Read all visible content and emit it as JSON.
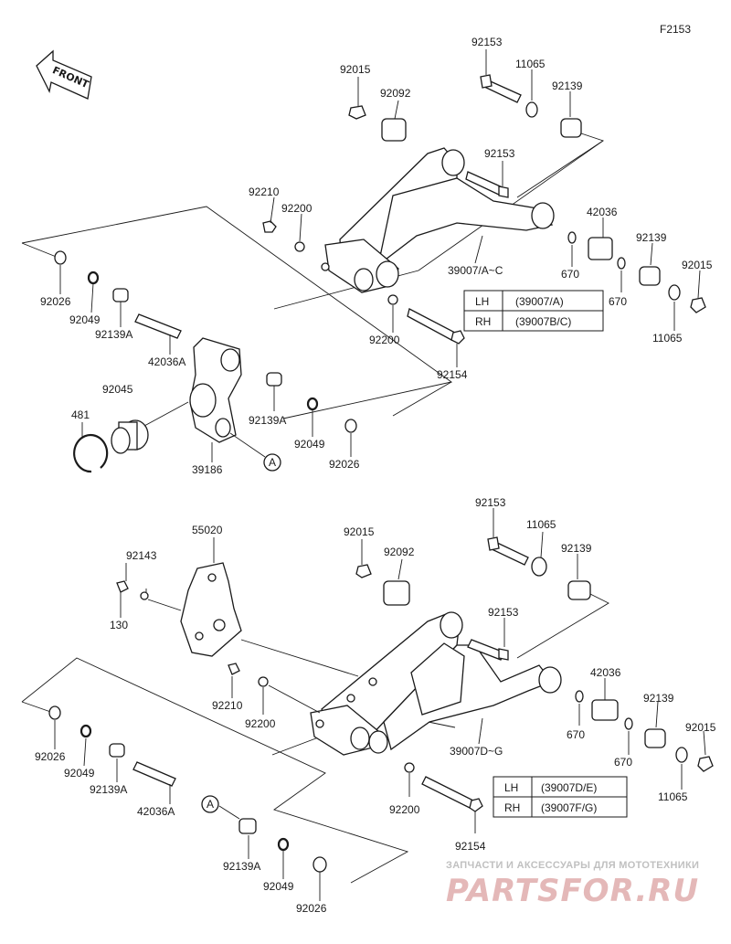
{
  "figure_id": "F2153",
  "front_label": "FRONT",
  "circle_ref": "A",
  "upper": {
    "labels": {
      "l92153a": "92153",
      "l11065a": "11065",
      "l92015a": "92015",
      "l92092": "92092",
      "l92139a": "92139",
      "l92153b": "92153",
      "l92210": "92210",
      "l92200a": "92200",
      "l42036": "42036",
      "l92139b": "92139",
      "l92015b": "92015",
      "l39007": "39007/A~C",
      "l670a": "670",
      "l670b": "670",
      "l92026a": "92026",
      "l92049a": "92049",
      "l92139A": "92139A",
      "l42036A": "42036A",
      "l92200b": "92200",
      "l11065b": "11065",
      "l92154": "92154",
      "l92045": "92045",
      "l481": "481",
      "l92139A2": "92139A",
      "l92049b": "92049",
      "l92026b": "92026",
      "l39186": "39186"
    },
    "table": [
      {
        "side": "LH",
        "part": "(39007/A)"
      },
      {
        "side": "RH",
        "part": "(39007B/C)"
      }
    ]
  },
  "lower": {
    "labels": {
      "l55020": "55020",
      "l92153a": "92153",
      "l11065a": "11065",
      "l92015a": "92015",
      "l92092": "92092",
      "l92139a": "92139",
      "l92143": "92143",
      "l130": "130",
      "l92153b": "92153",
      "l42036": "42036",
      "l92139b": "92139",
      "l92015b": "92015",
      "l92210": "92210",
      "l92200a": "92200",
      "l670a": "670",
      "l670b": "670",
      "l39007": "39007D~G",
      "l11065b": "11065",
      "l92026a": "92026",
      "l92049a": "92049",
      "l92139A": "92139A",
      "l42036A": "42036A",
      "l92200b": "92200",
      "l92154": "92154",
      "l92139A2": "92139A",
      "l92049b": "92049",
      "l92026b": "92026"
    },
    "table": [
      {
        "side": "LH",
        "part": "(39007D/E)"
      },
      {
        "side": "RH",
        "part": "(39007F/G)"
      }
    ]
  },
  "watermark": {
    "line1": "ЗАПЧАСТИ И АКСЕССУАРЫ ДЛЯ МОТОТЕХНИКИ",
    "line2": "PARTSFOR.RU"
  }
}
